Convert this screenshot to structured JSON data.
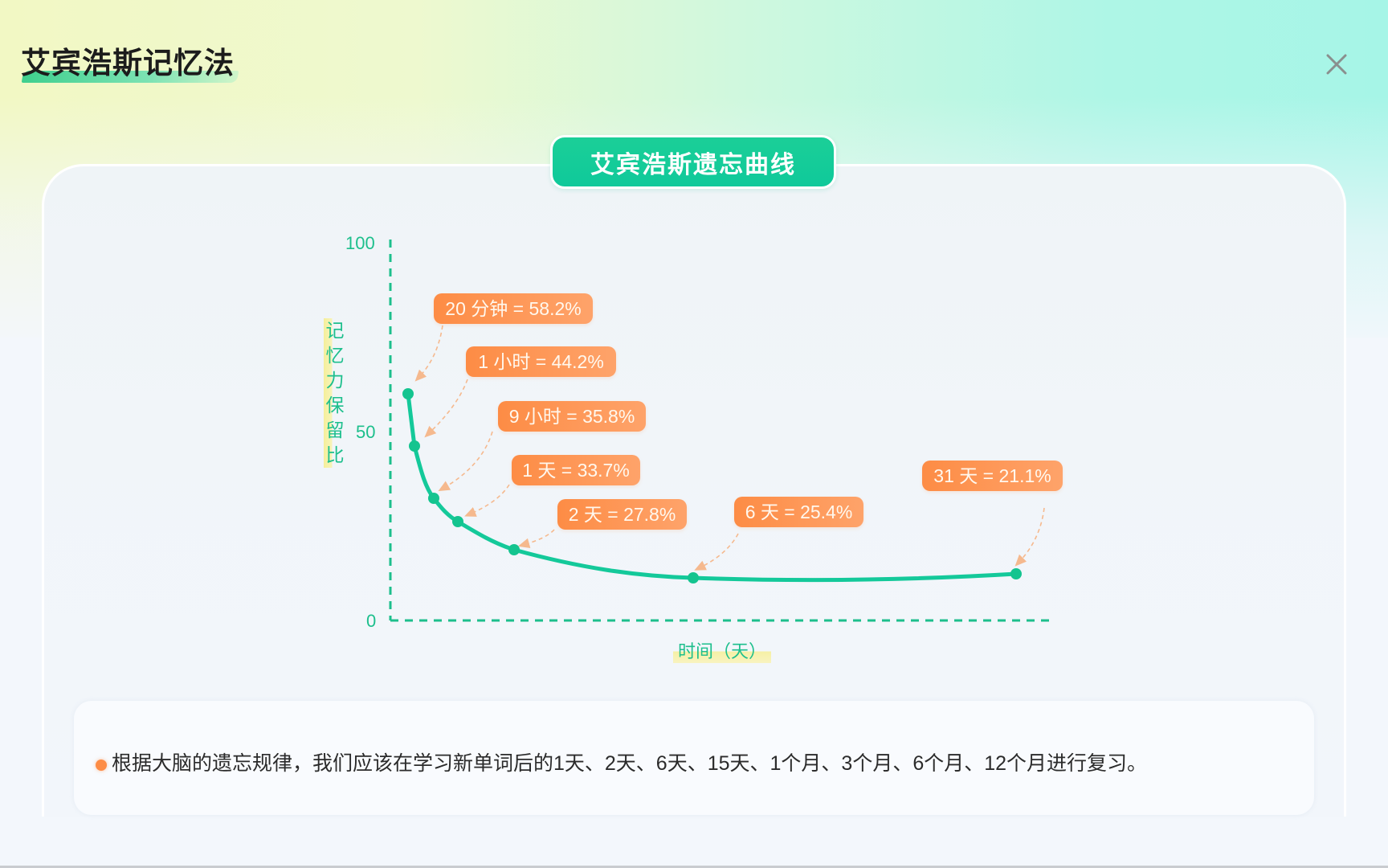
{
  "header": {
    "title": "艾宾浩斯记忆法",
    "close_icon": "close-icon"
  },
  "card": {
    "heading": "艾宾浩斯遗忘曲线"
  },
  "chart_data": {
    "type": "line",
    "title": "艾宾浩斯遗忘曲线",
    "xlabel": "时间（天）",
    "ylabel": "记忆力保留比",
    "ylabel_chars": [
      "记",
      "忆",
      "力",
      "保",
      "留",
      "比"
    ],
    "y_ticks": [
      "100",
      "50",
      "0"
    ],
    "ylim": [
      0,
      100
    ],
    "grid": false,
    "axis_style": "dashed",
    "line_color": "#14c99a",
    "label_color": "#fd8c45",
    "points": [
      {
        "x_label": "20 分钟",
        "value": 58.2,
        "label": "20 分钟 = 58.2%"
      },
      {
        "x_label": "1 小时",
        "value": 44.2,
        "label": "1 小时 = 44.2%"
      },
      {
        "x_label": "9 小时",
        "value": 35.8,
        "label": "9 小时 = 35.8%"
      },
      {
        "x_label": "1 天",
        "value": 33.7,
        "label": "1 天 = 33.7%"
      },
      {
        "x_label": "2 天",
        "value": 27.8,
        "label": "2 天 = 27.8%"
      },
      {
        "x_label": "6 天",
        "value": 25.4,
        "label": "6 天 = 25.4%"
      },
      {
        "x_label": "31 天",
        "value": 21.1,
        "label": "31 天 = 21.1%"
      }
    ]
  },
  "note": {
    "bullet_color": "#fd8c45",
    "text": "根据大脑的遗忘规律，我们应该在学习新单词后的1天、2天、6天、15天、1个月、3个月、6个月、12个月进行复习。"
  }
}
